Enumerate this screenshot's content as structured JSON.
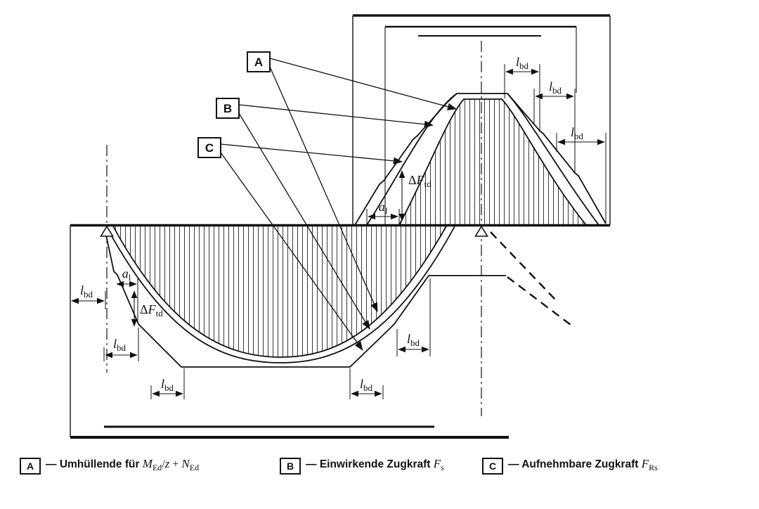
{
  "diagram": {
    "callouts": {
      "a": "A",
      "b": "B",
      "c": "C"
    },
    "dims": {
      "lbd": {
        "main": "l",
        "sub": "bd"
      },
      "al": {
        "main": "a",
        "sub": "l"
      },
      "dftd": {
        "delta": "Δ",
        "main": "F",
        "sub": "td"
      }
    }
  },
  "legend": {
    "a": {
      "key": "A",
      "dash": "—",
      "label": "Umhüllende für",
      "m": "M",
      "msub": "Ed",
      "slash": "/",
      "z": "z",
      "plus": " + ",
      "n": "N",
      "nsub": "Ed"
    },
    "b": {
      "key": "B",
      "dash": "—",
      "label": "Einwirkende Zugkraft",
      "f": "F",
      "fsub": "s"
    },
    "c": {
      "key": "C",
      "dash": "—",
      "label": "Aufnehmbare Zugkraft",
      "f": "F",
      "fsub": "Rs"
    }
  }
}
